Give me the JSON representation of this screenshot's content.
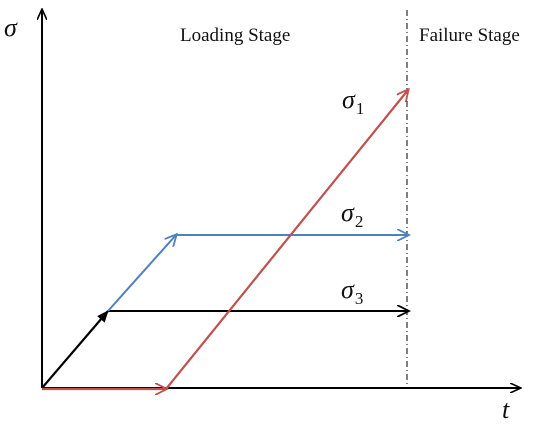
{
  "axes": {
    "y_label": "σ",
    "x_label": "t"
  },
  "stages": {
    "loading": "Loading Stage",
    "failure": "Failure Stage"
  },
  "series": [
    {
      "id": "sigma1",
      "symbol": "σ",
      "subscript": "1",
      "color": "#c0504d"
    },
    {
      "id": "sigma2",
      "symbol": "σ",
      "subscript": "2",
      "color": "#4f81bd"
    },
    {
      "id": "sigma3",
      "symbol": "σ",
      "subscript": "3",
      "color": "#000000"
    }
  ],
  "colors": {
    "axis": "#000000",
    "divider": "#000000"
  }
}
